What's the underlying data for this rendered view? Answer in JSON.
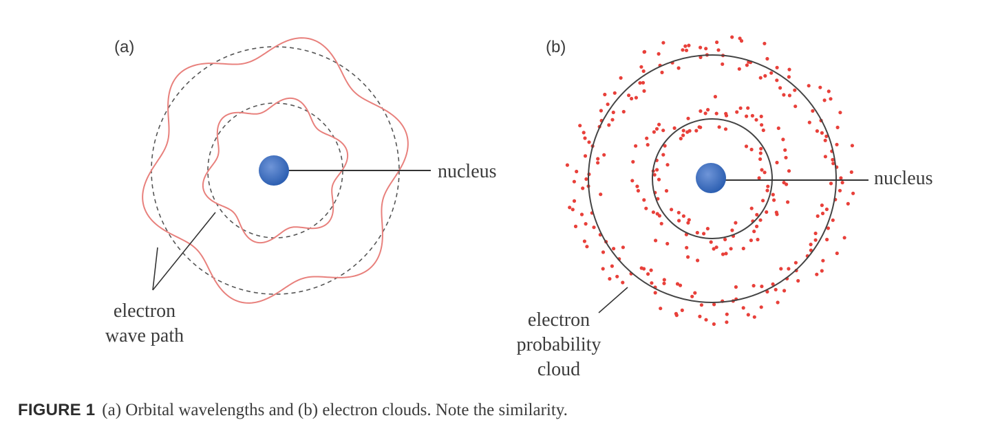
{
  "panel_a": {
    "label": "(a)",
    "nucleus_label": "nucleus",
    "path_label_line1": "electron",
    "path_label_line2": "wave path"
  },
  "panel_b": {
    "label": "(b)",
    "nucleus_label": "nucleus",
    "cloud_label_line1": "electron",
    "cloud_label_line2": "probability",
    "cloud_label_line3": "cloud"
  },
  "caption": {
    "prefix": "FIGURE 1",
    "text": "(a) Orbital wavelengths and (b) electron clouds. Note the similarity."
  },
  "colors": {
    "nucleus": "#2a5db0",
    "wave": "#e8807c",
    "dots": "#e8403a",
    "lines": "#333333"
  }
}
